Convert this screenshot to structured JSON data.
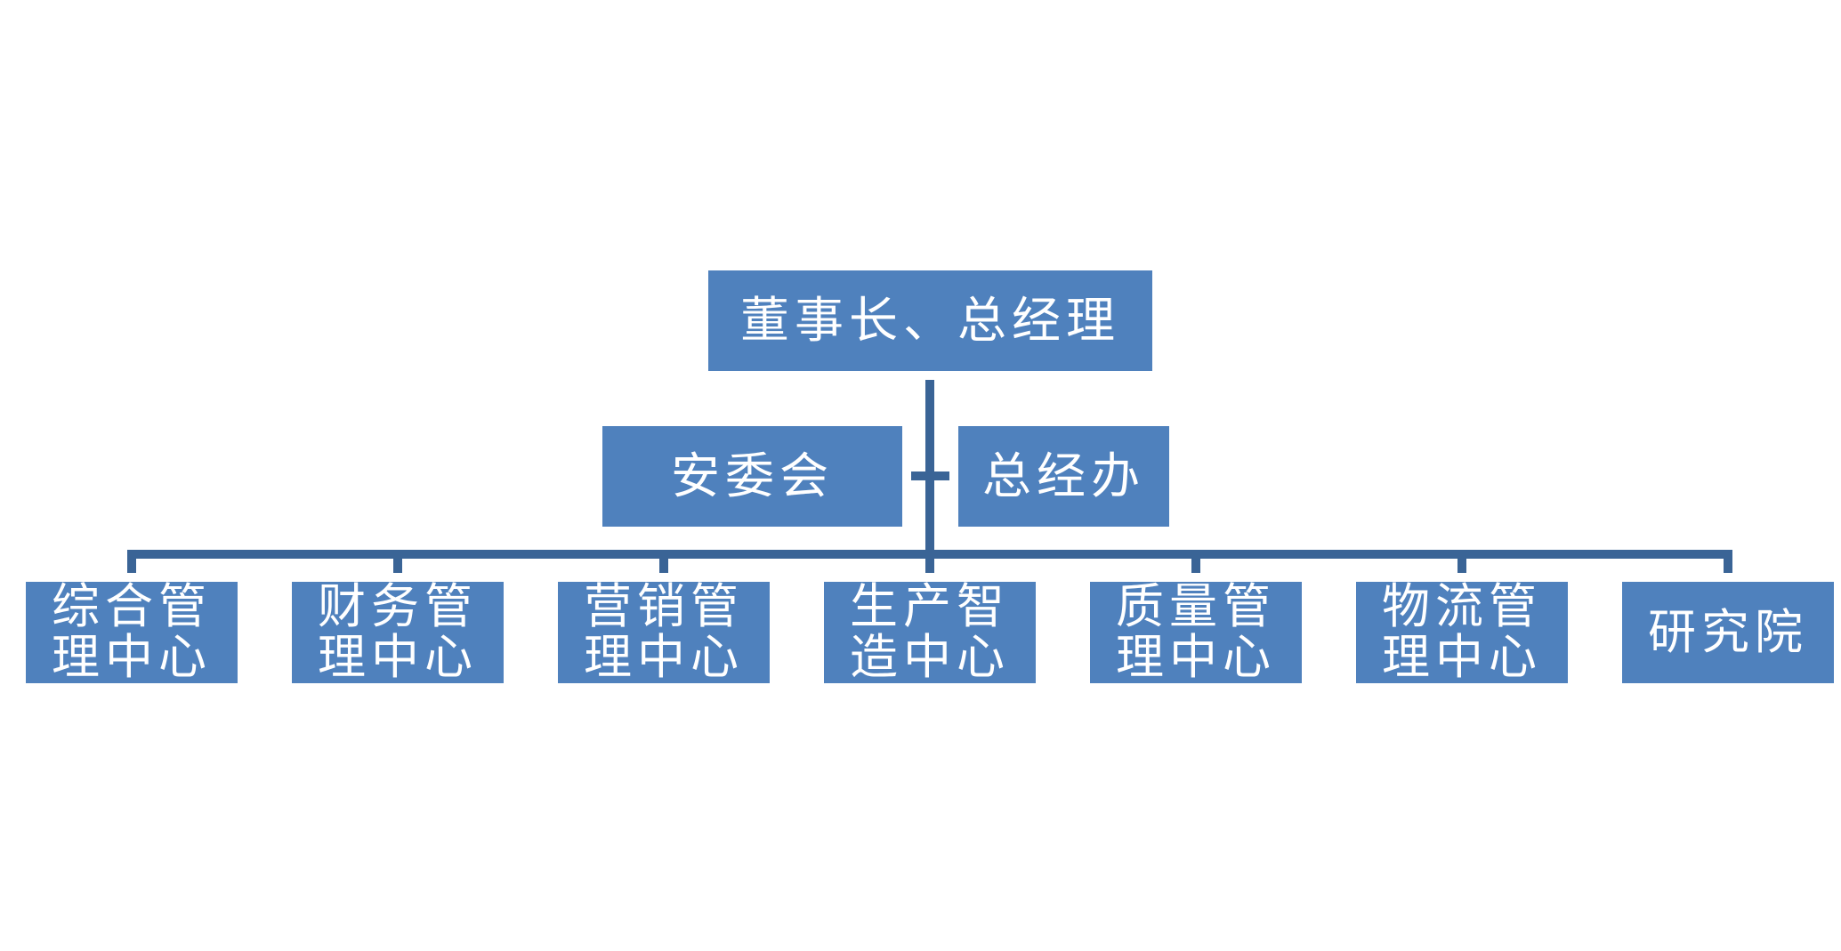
{
  "colors": {
    "box_fill": "#4f81bd",
    "connector": "#3a6496",
    "text": "#ffffff",
    "background": "#ffffff"
  },
  "top": {
    "label": "董事长、总经理"
  },
  "staff": {
    "left_label": "安委会",
    "right_label": "总经办"
  },
  "departments": [
    {
      "label": "综合管理中心"
    },
    {
      "label": "财务管理中心"
    },
    {
      "label": "营销管理中心"
    },
    {
      "label": "生产智造中心"
    },
    {
      "label": "质量管理中心"
    },
    {
      "label": "物流管理中心"
    },
    {
      "label": "研究院"
    }
  ]
}
